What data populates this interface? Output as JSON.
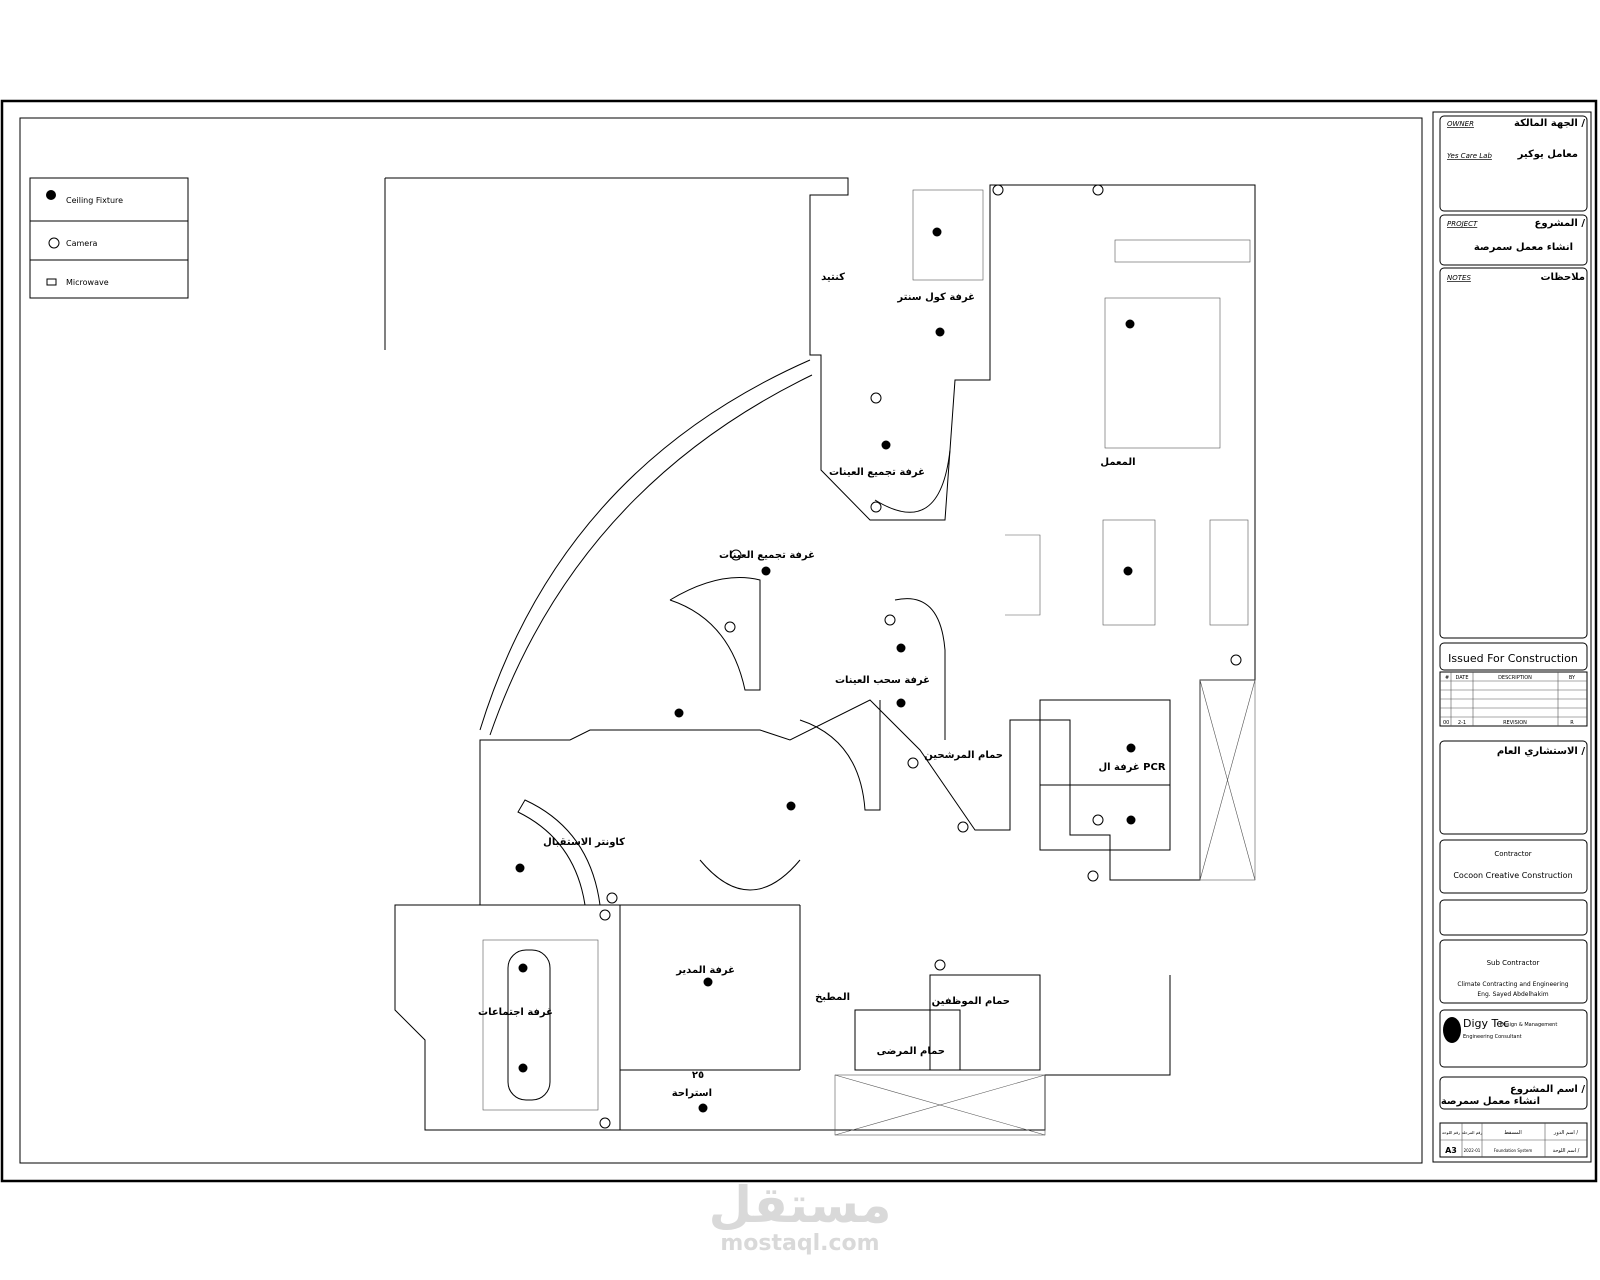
{
  "legend": [
    {
      "icon": "ceiling-fixture-icon",
      "label": "Ceiling Fixture"
    },
    {
      "icon": "camera-icon",
      "label": "Camera"
    },
    {
      "icon": "microwave-icon",
      "label": "Microwave"
    }
  ],
  "rooms": {
    "cool_center": "غرفة كول سنتر",
    "closet": "كنتيد",
    "lab": "المعمل",
    "sample_collection_1": "غرفة تجميع العينات",
    "sample_collection_2": "غرفة تجميع العينات",
    "sample_drawing": "غرفة سحب العينات",
    "pcr": "غرفة ال PCR",
    "trainee_wc": "حمام المرشحين",
    "reception": "كاونتر الاستقبال",
    "meeting": "غرفة اجتماعات",
    "manager": "غرفة المدير",
    "kitchen": "المطبخ",
    "staff_wc": "حمام الموظفين",
    "patient_wc": "حمام المرضى",
    "rest": "استراحة",
    "rest_number": "٢٥"
  },
  "title_block": {
    "owner_ar": "الجهة المالكة /",
    "owner_en": "OWNER",
    "owner_value_en": "Yes Care Lab",
    "owner_value_ar": "معامل يوكير",
    "project_ar": "المشروع /",
    "project_en": "PROJECT",
    "project_value": "انشاء معمل سمرصة",
    "notes_ar": "ملاحظات",
    "notes_en": "NOTES",
    "issued": "Issued For Construction",
    "revision_header": [
      "#",
      "DATE",
      "DESCRIPTION",
      "BY"
    ],
    "revision_row": [
      "00",
      "2-1",
      "REVISION",
      "R"
    ],
    "consultant": "الاستشاري العام /",
    "contractor_label": "Contractor",
    "contractor": "Cocoon Creative Construction",
    "subcontractor_label": "Sub Contractor",
    "subcontractor": "Climate Contracting and Engineering",
    "subcontractor_2": "Eng. Sayed Abdelhakim",
    "designer": "Digy Tec",
    "designer_sub": "Design & Management",
    "designer_line": "Engineering Consultant",
    "project_name_ar": "اسم المشروع /",
    "project_name_value": "انشاء معمل سمرصة",
    "footer_headers": [
      "رقم اللوحة",
      "رقم المرحلة",
      "المسقط",
      "اسم الدور /"
    ],
    "sheet": "A3",
    "phase": "2022-01",
    "drawing": "Foundation System",
    "sheet_name": "اسم اللوحة /"
  },
  "watermark": {
    "ar": "مستقل",
    "en": "mostaql.com"
  }
}
